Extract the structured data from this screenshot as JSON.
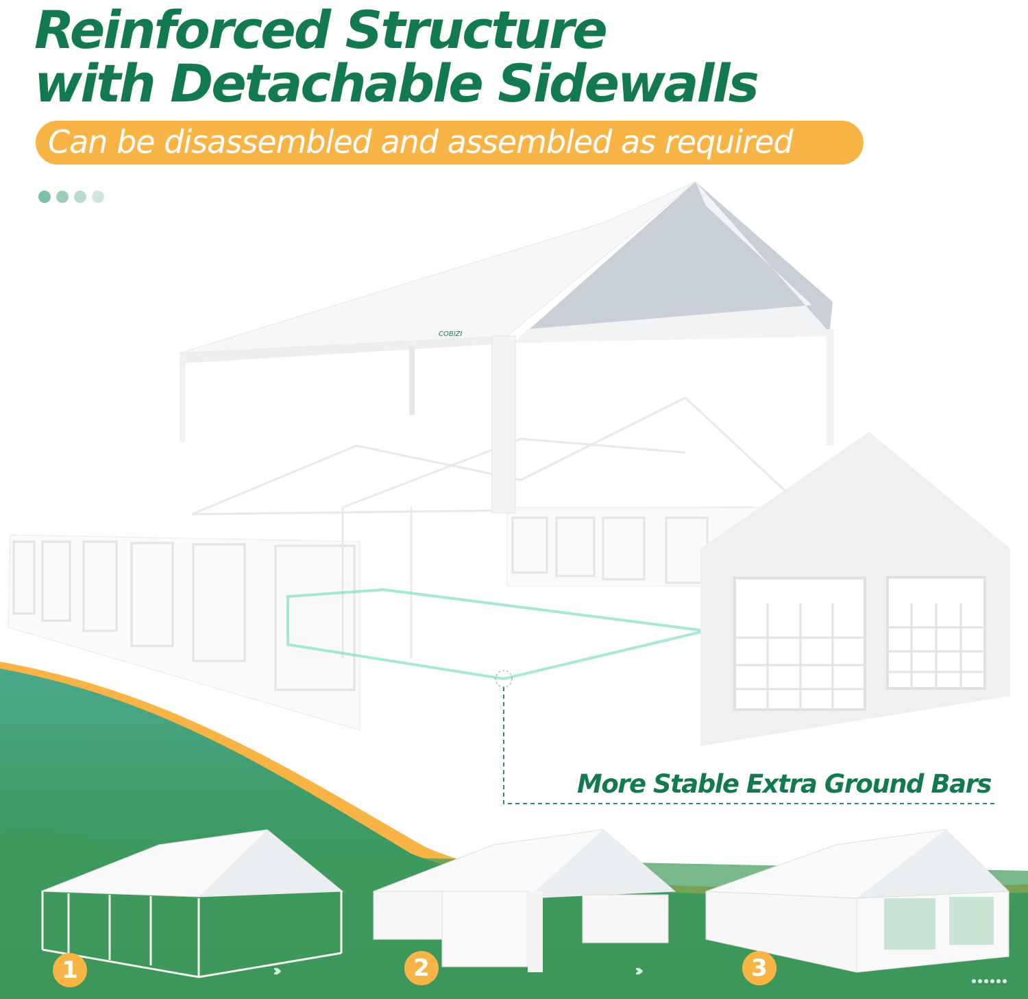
{
  "header": {
    "title_line1": "Reinforced Structure",
    "title_line2": "with Detachable Sidewalls",
    "subtitle": "Can be disassembled and assembled as required"
  },
  "callout": {
    "label": "More Stable Extra Ground Bars"
  },
  "brand": {
    "logo_text": "COBIZI"
  },
  "steps": [
    {
      "number": "1"
    },
    {
      "number": "2"
    },
    {
      "number": "3"
    }
  ],
  "colors": {
    "title_green": "#137a4f",
    "accent_orange": "#f8b445",
    "grass_green": "#3d9a63",
    "teal": "#4aa88a"
  }
}
